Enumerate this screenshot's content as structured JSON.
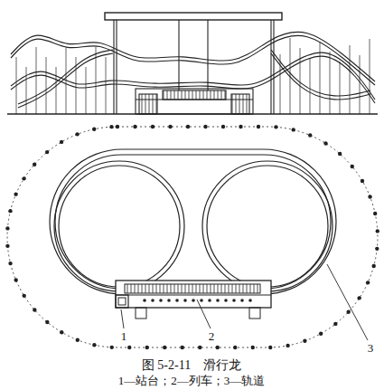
{
  "diagram": {
    "caption": "图 5-2-11　滑行龙",
    "labels": [
      "1",
      "2",
      "3",
      "1—站台；2—列车；3—轨道"
    ]
  }
}
